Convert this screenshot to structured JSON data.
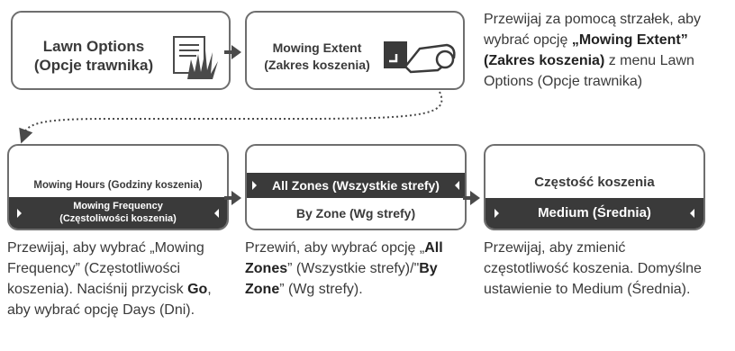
{
  "screens": {
    "lawn_options": {
      "line1": "Lawn Options",
      "line2": "(Opcje trawnika)"
    },
    "mowing_extent": {
      "line1": "Mowing Extent",
      "line2": "(Zakres koszenia)"
    },
    "mowing_menu": {
      "item1": "Mowing Hours (Godziny koszenia)",
      "item2_line1": "Mowing Frequency",
      "item2_line2": "(Częstoliwości koszenia)"
    },
    "zones": {
      "item1": "All Zones (Wszystkie strefy)",
      "item2": "By Zone (Wg strefy)"
    },
    "frequency": {
      "title": "Częstość koszenia",
      "value": "Medium (Średnia)"
    }
  },
  "captions": {
    "top": {
      "part1": "Przewijaj za pomocą strzałek, aby wybrać opcję ",
      "bold1": "„Mowing Extent” (Zakres koszenia)",
      "part2": " z menu Lawn Options (Opcje trawnika)"
    },
    "left": {
      "part1": "Przewijaj, aby wybrać „Mowing Frequency” (Częstotliwości koszenia). Naciśnij przycisk ",
      "bold1": "Go",
      "part2": ", aby wybrać opcję Days (Dni)."
    },
    "middle": {
      "part1": "Przewiń, aby wybrać opcję „",
      "bold1": "All Zones",
      "part2": "” (Wszystkie strefy)/\"",
      "bold2": "By Zone",
      "part3": "” (Wg strefy)."
    },
    "right": {
      "text": "Przewijaj, aby zmienić częstotliwość koszenia. Domyślne ustawienie to Medium (Średnia)."
    }
  },
  "icons": [
    "lawn-options-icon",
    "mower-icon"
  ],
  "colors": {
    "dark_bar": "#3a3a3a",
    "border": "#6e6e6e",
    "text": "#3a3a3a"
  }
}
